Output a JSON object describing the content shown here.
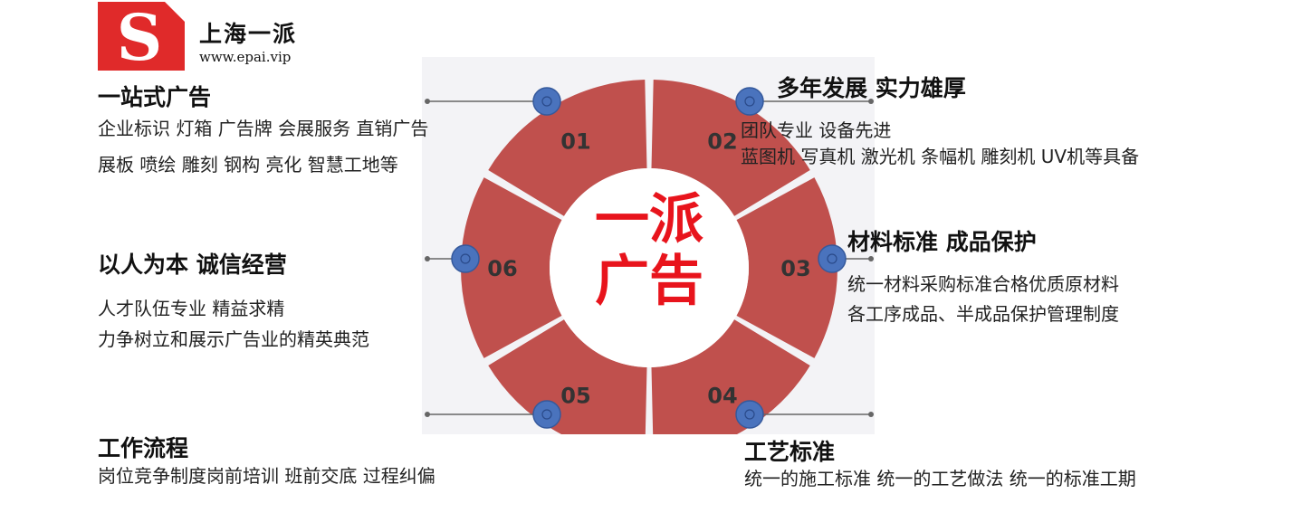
{
  "logo": {
    "mark_letter": "S",
    "brand_name": "上海一派",
    "url": "www.epai.vip"
  },
  "center": {
    "line1": "一派",
    "line2": "广告"
  },
  "segments": [
    {
      "num": "01"
    },
    {
      "num": "02"
    },
    {
      "num": "03"
    },
    {
      "num": "04"
    },
    {
      "num": "05"
    },
    {
      "num": "06"
    }
  ],
  "blocks": {
    "b01": {
      "title": "一站式广告",
      "lines": [
        "企业标识  灯箱  广告牌  会展服务  直销广告",
        "展板  喷绘  雕刻  钢构  亮化  智慧工地等"
      ]
    },
    "b02": {
      "title": "多年发展 实力雄厚",
      "lines": [
        "团队专业  设备先进",
        "蓝图机  写真机  激光机  条幅机  雕刻机  UV机等具备"
      ]
    },
    "b03": {
      "title": "材料标准 成品保护",
      "lines": [
        "统一材料采购标准合格优质原材料",
        "各工序成品、半成品保护管理制度"
      ]
    },
    "b04": {
      "title": "工艺标准",
      "lines": [
        "统一的施工标准  统一的工艺做法  统一的标准工期"
      ]
    },
    "b05": {
      "title": "工作流程",
      "lines": [
        "岗位竞争制度岗前培训  班前交底  过程纠偏"
      ]
    },
    "b06": {
      "title": "以人为本 诚信经营",
      "lines": [
        "人才队伍专业  精益求精",
        "力争树立和展示广告业的精英典范"
      ]
    }
  },
  "colors": {
    "ring": "#c0504d",
    "center": "#ffffff",
    "center_text": "#e8141c",
    "node": "#4a73bd",
    "logo_red": "#e02a2a",
    "connector": "#666666"
  }
}
